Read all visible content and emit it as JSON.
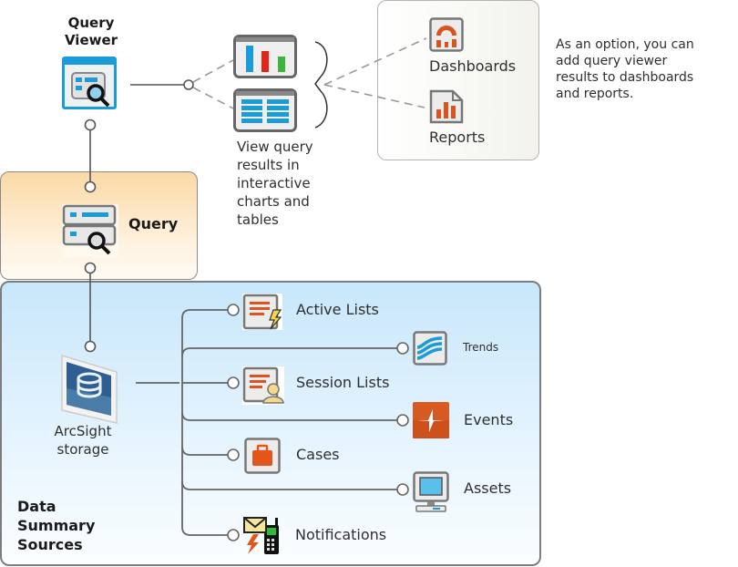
{
  "query_viewer": {
    "title_line1": "Query",
    "title_line2": "Viewer",
    "icon": "query-viewer-icon"
  },
  "query": {
    "title": "Query",
    "icon": "query-icon"
  },
  "results": {
    "chart_icon": "bar-chart-icon",
    "table_icon": "table-icon",
    "caption_lines": [
      "View query",
      "results in",
      "interactive",
      "charts and",
      "tables"
    ]
  },
  "outputs": {
    "items": [
      {
        "label": "Dashboards",
        "icon": "dashboard-icon"
      },
      {
        "label": "Reports",
        "icon": "report-icon"
      }
    ],
    "note_lines": [
      "As an option, you can",
      "add query viewer",
      "results to dashboards",
      "and reports."
    ]
  },
  "storage": {
    "label_line1": "ArcSight",
    "label_line2": "storage",
    "icon": "storage-icon"
  },
  "sources": {
    "title_lines": [
      "Data",
      "Summary",
      "Sources"
    ],
    "items": [
      {
        "label": "Active Lists",
        "icon": "active-list-icon"
      },
      {
        "label": "Trends",
        "icon": "trends-icon"
      },
      {
        "label": "Session Lists",
        "icon": "session-list-icon"
      },
      {
        "label": "Events",
        "icon": "events-icon"
      },
      {
        "label": "Cases",
        "icon": "cases-icon"
      },
      {
        "label": "Assets",
        "icon": "assets-icon"
      },
      {
        "label": "Notifications",
        "icon": "notifications-icon"
      }
    ]
  },
  "colors": {
    "accent_orange": "#d9541e",
    "accent_blue": "#1b9bd7",
    "query_panel": "#fbd9a6",
    "sources_panel": "#c8e7fb"
  }
}
